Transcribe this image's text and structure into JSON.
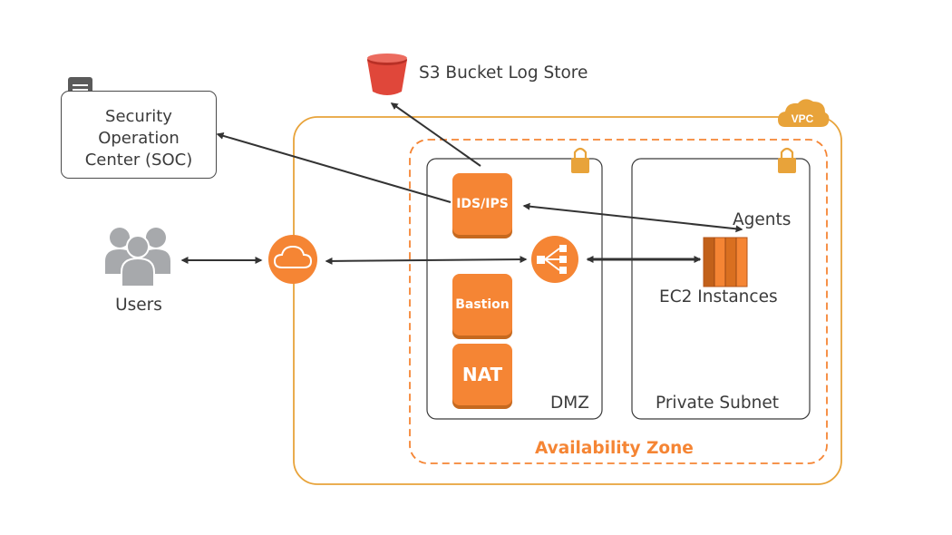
{
  "nodes": {
    "soc": {
      "label_line1": "Security",
      "label_line2": "Operation",
      "label_line3": "Center (SOC)",
      "icon": "document-server-icon"
    },
    "s3": {
      "label": "S3 Bucket Log Store",
      "icon": "s3-bucket-icon"
    },
    "users": {
      "label": "Users",
      "icon": "users-group-icon"
    },
    "ids": {
      "label": "IDS/IPS"
    },
    "bastion": {
      "label": "Bastion"
    },
    "nat": {
      "label": "NAT"
    },
    "ec2": {
      "label": "EC2 Instances",
      "icon": "ec2-instances-icon"
    },
    "agents": {
      "label": "Agents"
    },
    "gateway": {
      "icon": "cloud-gateway-icon"
    },
    "load_balancer": {
      "icon": "load-balancer-icon"
    }
  },
  "containers": {
    "vpc": {
      "badge": "VPC"
    },
    "availability_zone": {
      "label": "Availability Zone"
    },
    "dmz": {
      "label": "DMZ"
    },
    "private_subnet": {
      "label": "Private Subnet"
    }
  },
  "colors": {
    "accent_orange": "#f58534",
    "vpc_border": "#e8a33a",
    "s3_red": "#e0473a",
    "users_gray": "#a7a9ac",
    "line_dark": "#333333"
  }
}
